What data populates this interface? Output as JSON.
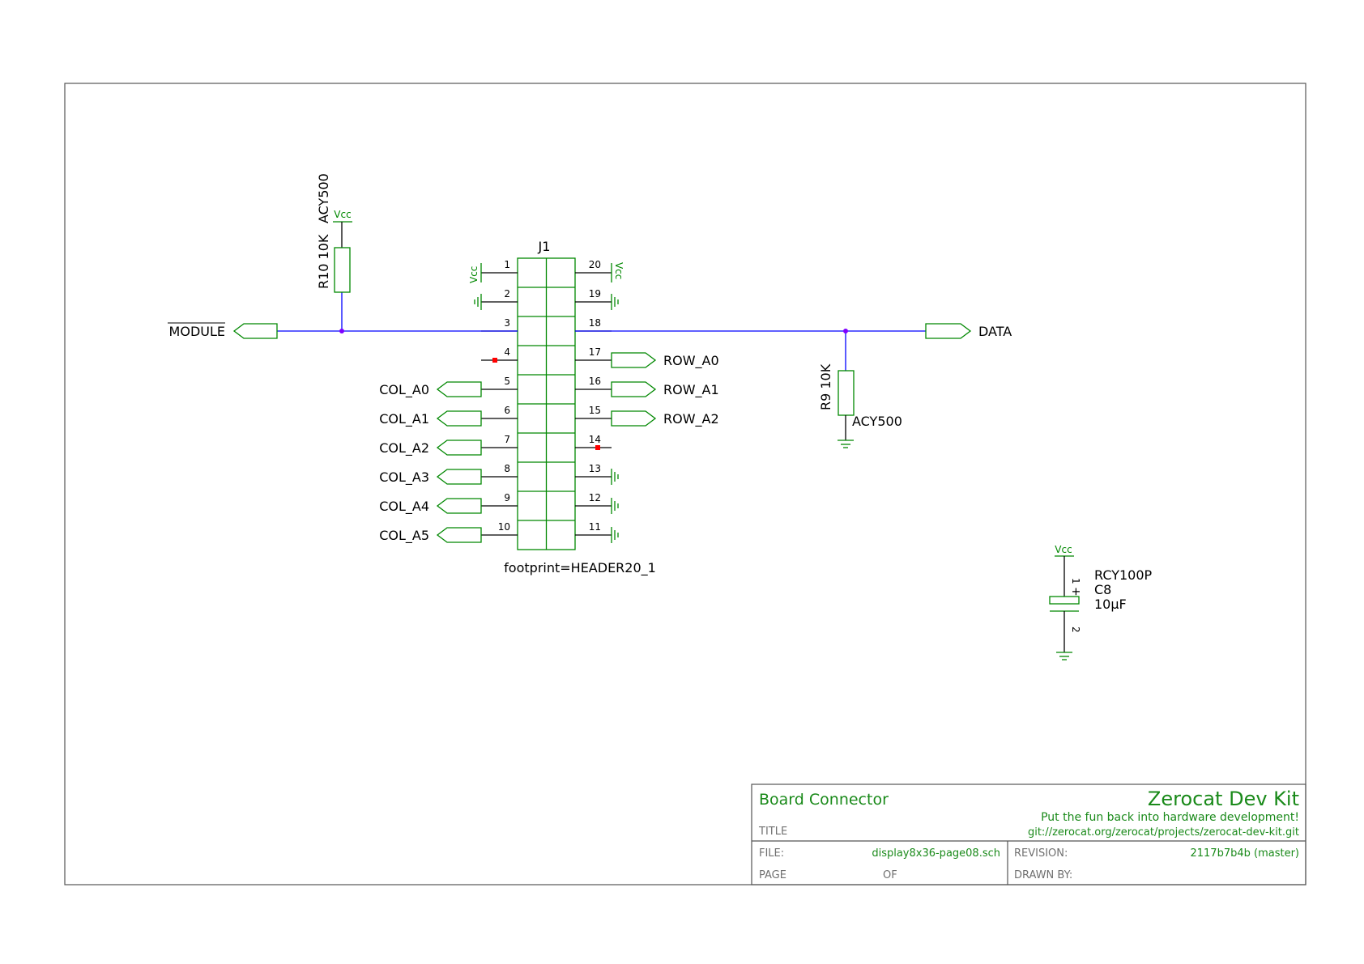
{
  "colors": {
    "wire": "#0000ff",
    "junction": "#7f00ff",
    "symbol": "#008800",
    "pin": "#000000",
    "border": "#555555",
    "nc_marker": "#ff0000",
    "title_block_text": "#1a8a1a",
    "title_block_label": "#707070"
  },
  "connector": {
    "refdes": "J1",
    "footprint": "footprint=HEADER20_1",
    "left_pins": [
      "1",
      "2",
      "3",
      "4",
      "5",
      "6",
      "7",
      "8",
      "9",
      "10"
    ],
    "right_pins": [
      "20",
      "19",
      "18",
      "17",
      "16",
      "15",
      "14",
      "13",
      "12",
      "11"
    ],
    "no_connect_pins": [
      "4",
      "14"
    ]
  },
  "power": {
    "vcc": "Vcc"
  },
  "nets": {
    "module": "MODULE",
    "data": "DATA",
    "col": [
      "COL_A0",
      "COL_A1",
      "COL_A2",
      "COL_A3",
      "COL_A4",
      "COL_A5"
    ],
    "row": [
      "ROW_A0",
      "ROW_A1",
      "ROW_A2"
    ]
  },
  "components": {
    "r10": {
      "label": "R10 10K",
      "package": "ACY500",
      "power": "Vcc"
    },
    "r9": {
      "label": "R9 10K",
      "package": "ACY500"
    },
    "c8": {
      "package": "RCY100P",
      "refdes": "C8",
      "value": "10µF",
      "power": "Vcc",
      "pin1": "1",
      "pin2": "2",
      "polarity": "+"
    }
  },
  "title_block": {
    "title": "Board Connector",
    "title_label": "TITLE",
    "project": "Zerocat Dev Kit",
    "tagline": "Put the fun back into hardware development!",
    "repo": "git://zerocat.org/zerocat/projects/zerocat-dev-kit.git",
    "file_label": "FILE:",
    "file": "display8x36-page08.sch",
    "revision_label": "REVISION:",
    "revision": "2117b7b4b (master)",
    "page_label": "PAGE",
    "of_label": "OF",
    "drawn_by_label": "DRAWN BY:"
  }
}
